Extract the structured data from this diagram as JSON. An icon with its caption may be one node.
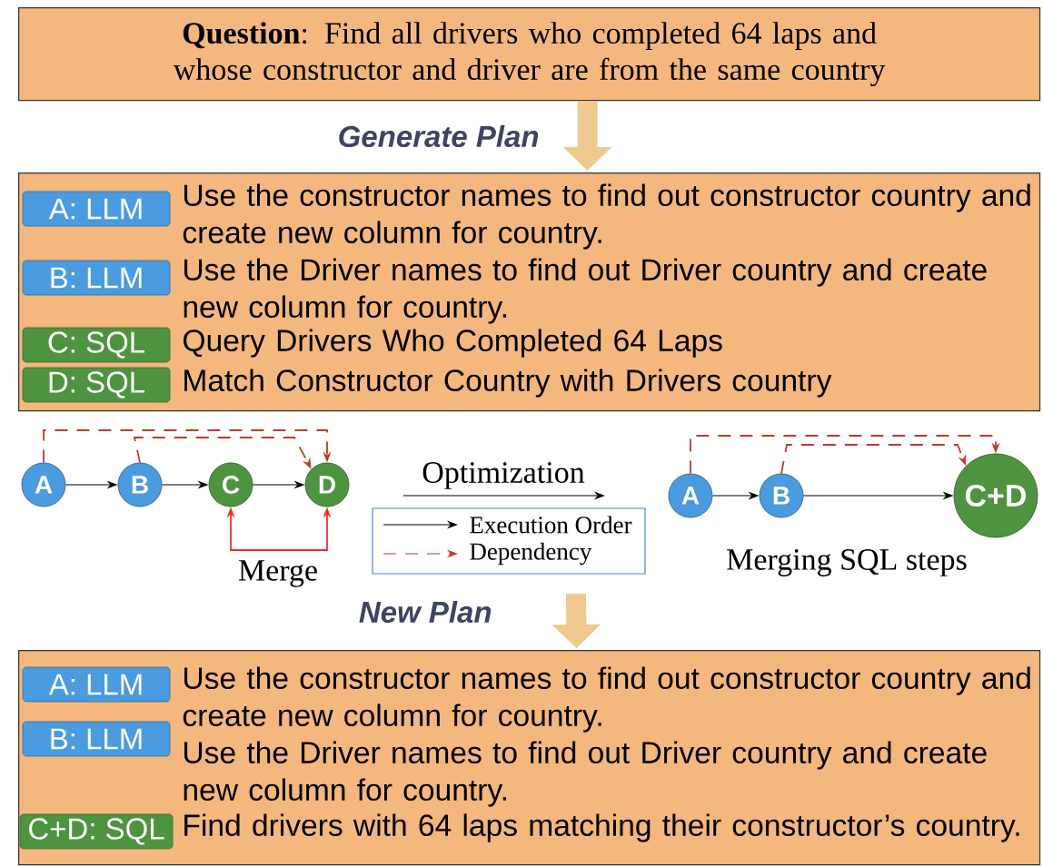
{
  "diagram": {
    "nodes": [
      {
        "text": [
          "**Question**: Find all drivers who completed 64 laps and whose constructor and driver are from the same country"
        ]
      },
      {
        "text": [],
        "shape": "box"
      },
      {
        "text": [
          "A: LLM"
        ],
        "in": 1,
        "beside": [
          "Use the constructor names to find out constructor country and create new column for country."
        ]
      },
      {
        "text": [
          "B: LLM"
        ],
        "in": 1,
        "beside": [
          "Use the Driver names to find out Driver country and create new column for country."
        ]
      },
      {
        "text": [
          "C: SQL"
        ],
        "in": 1,
        "beside": [
          "Query Drivers Who Completed 64 Laps"
        ]
      },
      {
        "text": [
          "D: SQL"
        ],
        "in": 1,
        "beside": [
          "Match Constructor Country with Drivers country"
        ]
      },
      {
        "text": [
          "A"
        ]
      },
      {
        "text": [
          "B"
        ]
      },
      {
        "text": [
          "C"
        ]
      },
      {
        "text": [
          "D"
        ]
      },
      {
        "text": [
          "A"
        ]
      },
      {
        "text": [
          "B"
        ]
      },
      {
        "text": [
          "C+D"
        ]
      },
      {
        "text": [],
        "shape": "box"
      },
      {
        "text": [
          "A: LLM"
        ],
        "in": 13,
        "beside": [
          "Use the constructor names to find out constructor country and create new column for country."
        ]
      },
      {
        "text": [
          "B: LLM"
        ],
        "in": 13,
        "beside": [
          "Use the Driver names to find out Driver country and create new column for country."
        ]
      },
      {
        "text": [
          "C+D: SQL"
        ],
        "in": 13,
        "beside": [
          "Find drivers with 64 laps matching their constructor’s country."
        ]
      }
    ],
    "edges": [
      {
        "from": 0,
        "to": 1,
        "arrow": "to",
        "label": "Generate Plan",
        "style": "thick",
        "color": "#efc98f"
      },
      {
        "from": 6,
        "to": 7,
        "arrow": "to"
      },
      {
        "from": 7,
        "to": 8,
        "arrow": "to"
      },
      {
        "from": 8,
        "to": 9,
        "arrow": "to"
      },
      {
        "from": 6,
        "to": 9,
        "arrow": "to",
        "style": "dashed",
        "color": "#c0392b"
      },
      {
        "from": 7,
        "to": 9,
        "arrow": "to",
        "style": "dashed",
        "color": "#c0392b"
      },
      {
        "from": 8,
        "to": 9,
        "arrow": "both",
        "label": "Merge",
        "color": "#e8312a"
      },
      {
        "from": 10,
        "to": 11,
        "arrow": "to"
      },
      {
        "from": 11,
        "to": 12,
        "arrow": "to"
      },
      {
        "from": 10,
        "to": 12,
        "arrow": "to",
        "style": "dashed",
        "color": "#c0392b"
      },
      {
        "from": 11,
        "to": 12,
        "arrow": "to",
        "style": "dashed",
        "color": "#c0392b"
      },
      {
        "from": null,
        "to": 13,
        "arrow": "to",
        "label": "New Plan",
        "style": "thick",
        "color": "#efc98f"
      }
    ],
    "labels": [
      "Optimization",
      "Merging SQL steps"
    ],
    "legend": [
      {
        "text": "Execution Order"
      },
      {
        "text": "Dependency"
      }
    ]
  }
}
